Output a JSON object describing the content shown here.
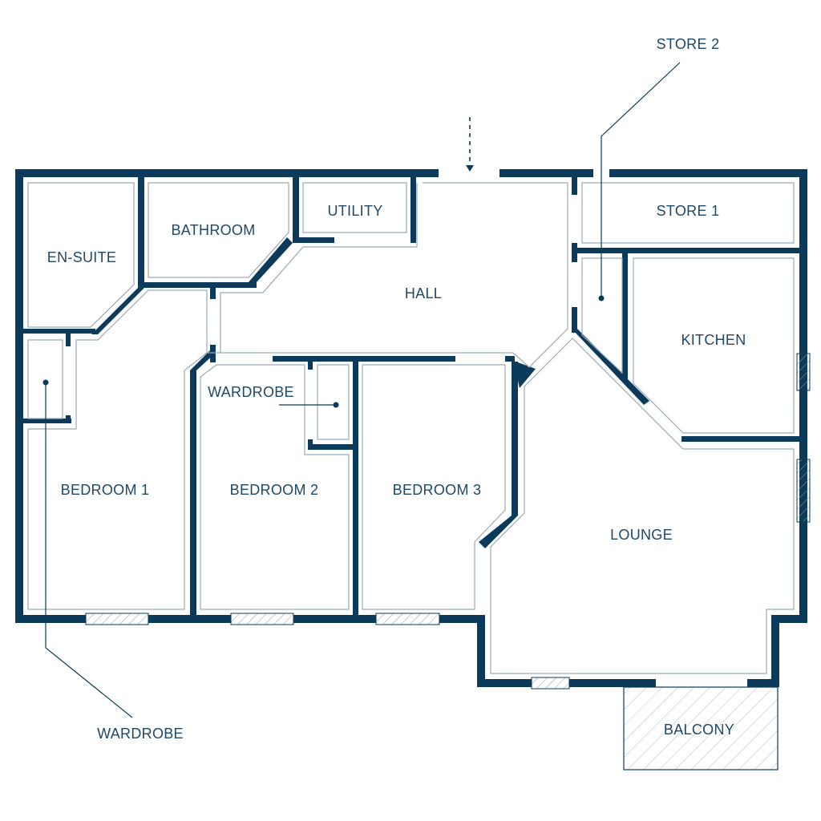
{
  "rooms": {
    "en_suite": "EN-SUITE",
    "bathroom": "BATHROOM",
    "utility": "UTILITY",
    "hall": "HALL",
    "store_1": "STORE 1",
    "store_2": "STORE 2",
    "kitchen": "KITCHEN",
    "wardrobe_bedroom_2": "WARDROBE",
    "wardrobe_bedroom_1": "WARDROBE",
    "bedroom_1": "BEDROOM 1",
    "bedroom_2": "BEDROOM 2",
    "bedroom_3": "BEDROOM 3",
    "lounge": "LOUNGE",
    "balcony": "BALCONY"
  },
  "colors": {
    "wall": "#0b3a5a",
    "label": "#1f4766",
    "inner_line": "#9aaab6"
  }
}
